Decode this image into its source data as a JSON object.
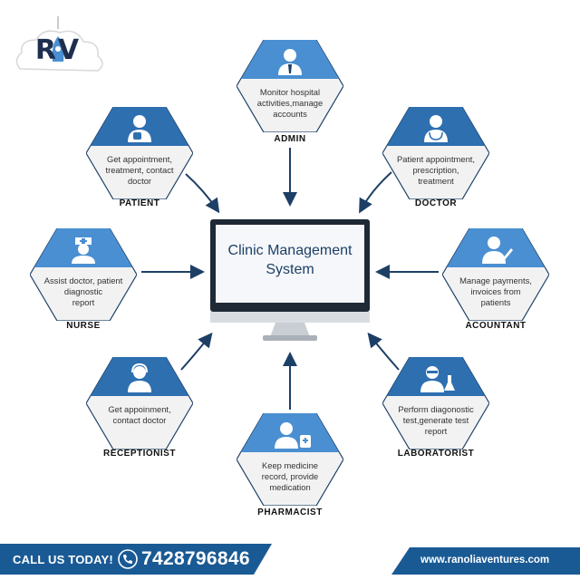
{
  "brand": {
    "logo_text": "RV",
    "accent_color": "#4a8fd1",
    "dark_color": "#1d3f66",
    "hex_top_color": "#2e6fb0",
    "hex_bottom_color": "#f2f2f2"
  },
  "center": {
    "title_line1": "Clinic Management",
    "title_line2": "System"
  },
  "roles": [
    {
      "key": "admin",
      "label": "ADMIN",
      "icon": "businessman-icon",
      "desc": [
        "Monitor hospital",
        "activities,manage",
        "accounts"
      ]
    },
    {
      "key": "patient",
      "label": "PATIENT",
      "icon": "patient-icon",
      "desc": [
        "Get appointment,",
        "treatment, contact",
        "doctor"
      ]
    },
    {
      "key": "doctor",
      "label": "DOCTOR",
      "icon": "doctor-icon",
      "desc": [
        "Patient appointment,",
        "prescription,",
        "treatment"
      ]
    },
    {
      "key": "nurse",
      "label": "NURSE",
      "icon": "nurse-icon",
      "desc": [
        "Assist doctor, patient",
        "diagnostic",
        "report"
      ]
    },
    {
      "key": "accountant",
      "label": "ACOUNTANT",
      "icon": "accountant-icon",
      "desc": [
        "Manage payments,",
        "invoices from",
        "patients"
      ]
    },
    {
      "key": "receptionist",
      "label": "RECEPTIONIST",
      "icon": "receptionist-icon",
      "desc": [
        "Get appoinment,",
        "contact doctor"
      ]
    },
    {
      "key": "laboratorist",
      "label": "LABORATORIST",
      "icon": "lab-technician-icon",
      "desc": [
        "Perform diagonostic",
        "test,generate test",
        "report"
      ]
    },
    {
      "key": "pharmacist",
      "label": "PHARMACIST",
      "icon": "pharmacist-icon",
      "desc": [
        "Keep medicine",
        "record, provide",
        "medication"
      ]
    }
  ],
  "footer": {
    "call_label": "CALL US TODAY!",
    "phone": "7428796846",
    "website": "www.ranoliaventures.com"
  }
}
